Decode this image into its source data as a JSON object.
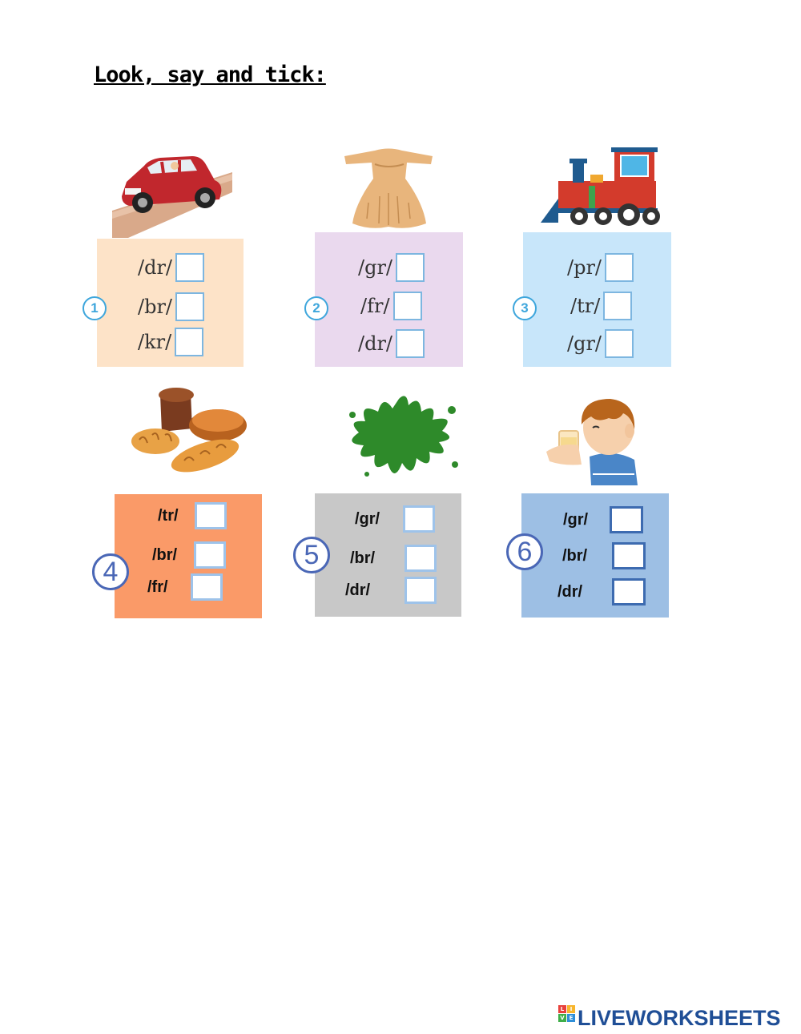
{
  "title": "Look, say and tick:",
  "exercises": [
    {
      "number": "1",
      "picture": "car",
      "options": [
        "/dr/",
        "/br/",
        "/kr/"
      ]
    },
    {
      "number": "2",
      "picture": "dress",
      "options": [
        "/gr/",
        "/fr/",
        "/dr/"
      ]
    },
    {
      "number": "3",
      "picture": "train",
      "options": [
        "/pr/",
        "/tr/",
        "/gr/"
      ]
    },
    {
      "number": "4",
      "picture": "bread",
      "options": [
        "/tr/",
        "/br/",
        "/fr/"
      ]
    },
    {
      "number": "5",
      "picture": "green-splash",
      "options": [
        "/gr/",
        "/br/",
        "/dr/"
      ]
    },
    {
      "number": "6",
      "picture": "boy-drinking",
      "options": [
        "/gr/",
        "/br/",
        "/dr/"
      ]
    }
  ],
  "colors": {
    "card1": "#fde3c8",
    "card2": "#ead9ee",
    "card3": "#c8e6fa",
    "card4": "#fa9a68",
    "card5": "#c8c8c8",
    "card6": "#9dbfe4"
  },
  "logo": {
    "text": "LIVEWORKSHEETS",
    "mark_letters": [
      "L",
      "I",
      "V",
      "E"
    ]
  }
}
